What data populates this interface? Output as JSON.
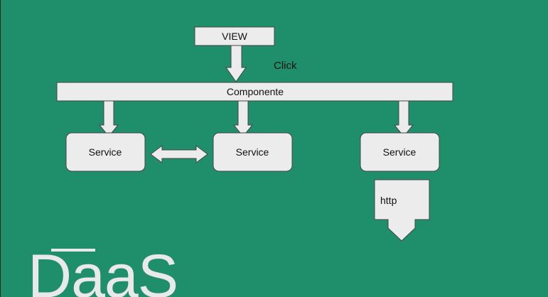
{
  "diagram": {
    "view_label": "VIEW",
    "click_label": "Click",
    "component_label": "Componente",
    "service_1_label": "Service",
    "service_2_label": "Service",
    "service_3_label": "Service",
    "http_label": "http"
  },
  "branding": {
    "logo_text": "DaaS"
  },
  "colors": {
    "background": "#1f8f6b",
    "shape_fill": "#ececec",
    "shape_stroke": "#444444",
    "logo": "#e9e9e9"
  }
}
